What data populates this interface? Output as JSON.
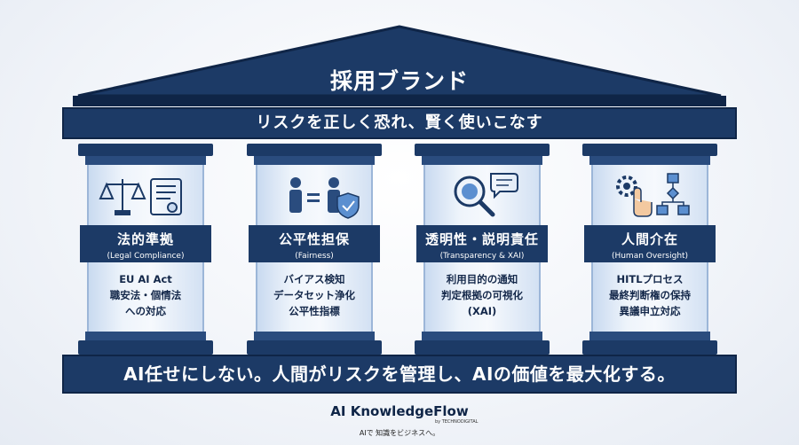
{
  "roof": {
    "title": "採用ブランド"
  },
  "beam": {
    "text": "リスクを正しく恐れ、賢く使いこなす"
  },
  "pillars": [
    {
      "title": "法的準拠",
      "subtitle": "(Legal Compliance)",
      "lines": [
        "EU AI Act",
        "職安法・個情法",
        "への対応"
      ],
      "icon": "scales-and-document-icon"
    },
    {
      "title": "公平性担保",
      "subtitle": "(Fairness)",
      "lines": [
        "バイアス検知",
        "データセット浄化",
        "公平性指標"
      ],
      "icon": "equal-people-shield-icon"
    },
    {
      "title": "透明性・説明責任",
      "subtitle": "(Transparency & XAI)",
      "lines": [
        "利用目的の通知",
        "判定根拠の可視化",
        "(XAI)"
      ],
      "icon": "magnifier-brain-chat-icon"
    },
    {
      "title": "人間介在",
      "subtitle": "(Human Oversight)",
      "lines": [
        "HITLプロセス",
        "最終判断権の保持",
        "異議申立対応"
      ],
      "icon": "hand-gear-flowchart-icon"
    }
  ],
  "footer": {
    "text": "AI任せにしない。人間がリスクを管理し、AIの価値を最大化する。"
  },
  "brand": {
    "name": "AI KnowledgeFlow",
    "by": "by TECHNODIGITAL",
    "tagline": "AIで 知識をビジネスへ。"
  },
  "colors": {
    "navy": "#1c3a66",
    "dark_navy": "#0f2547",
    "shaft": "#eef4fb"
  }
}
